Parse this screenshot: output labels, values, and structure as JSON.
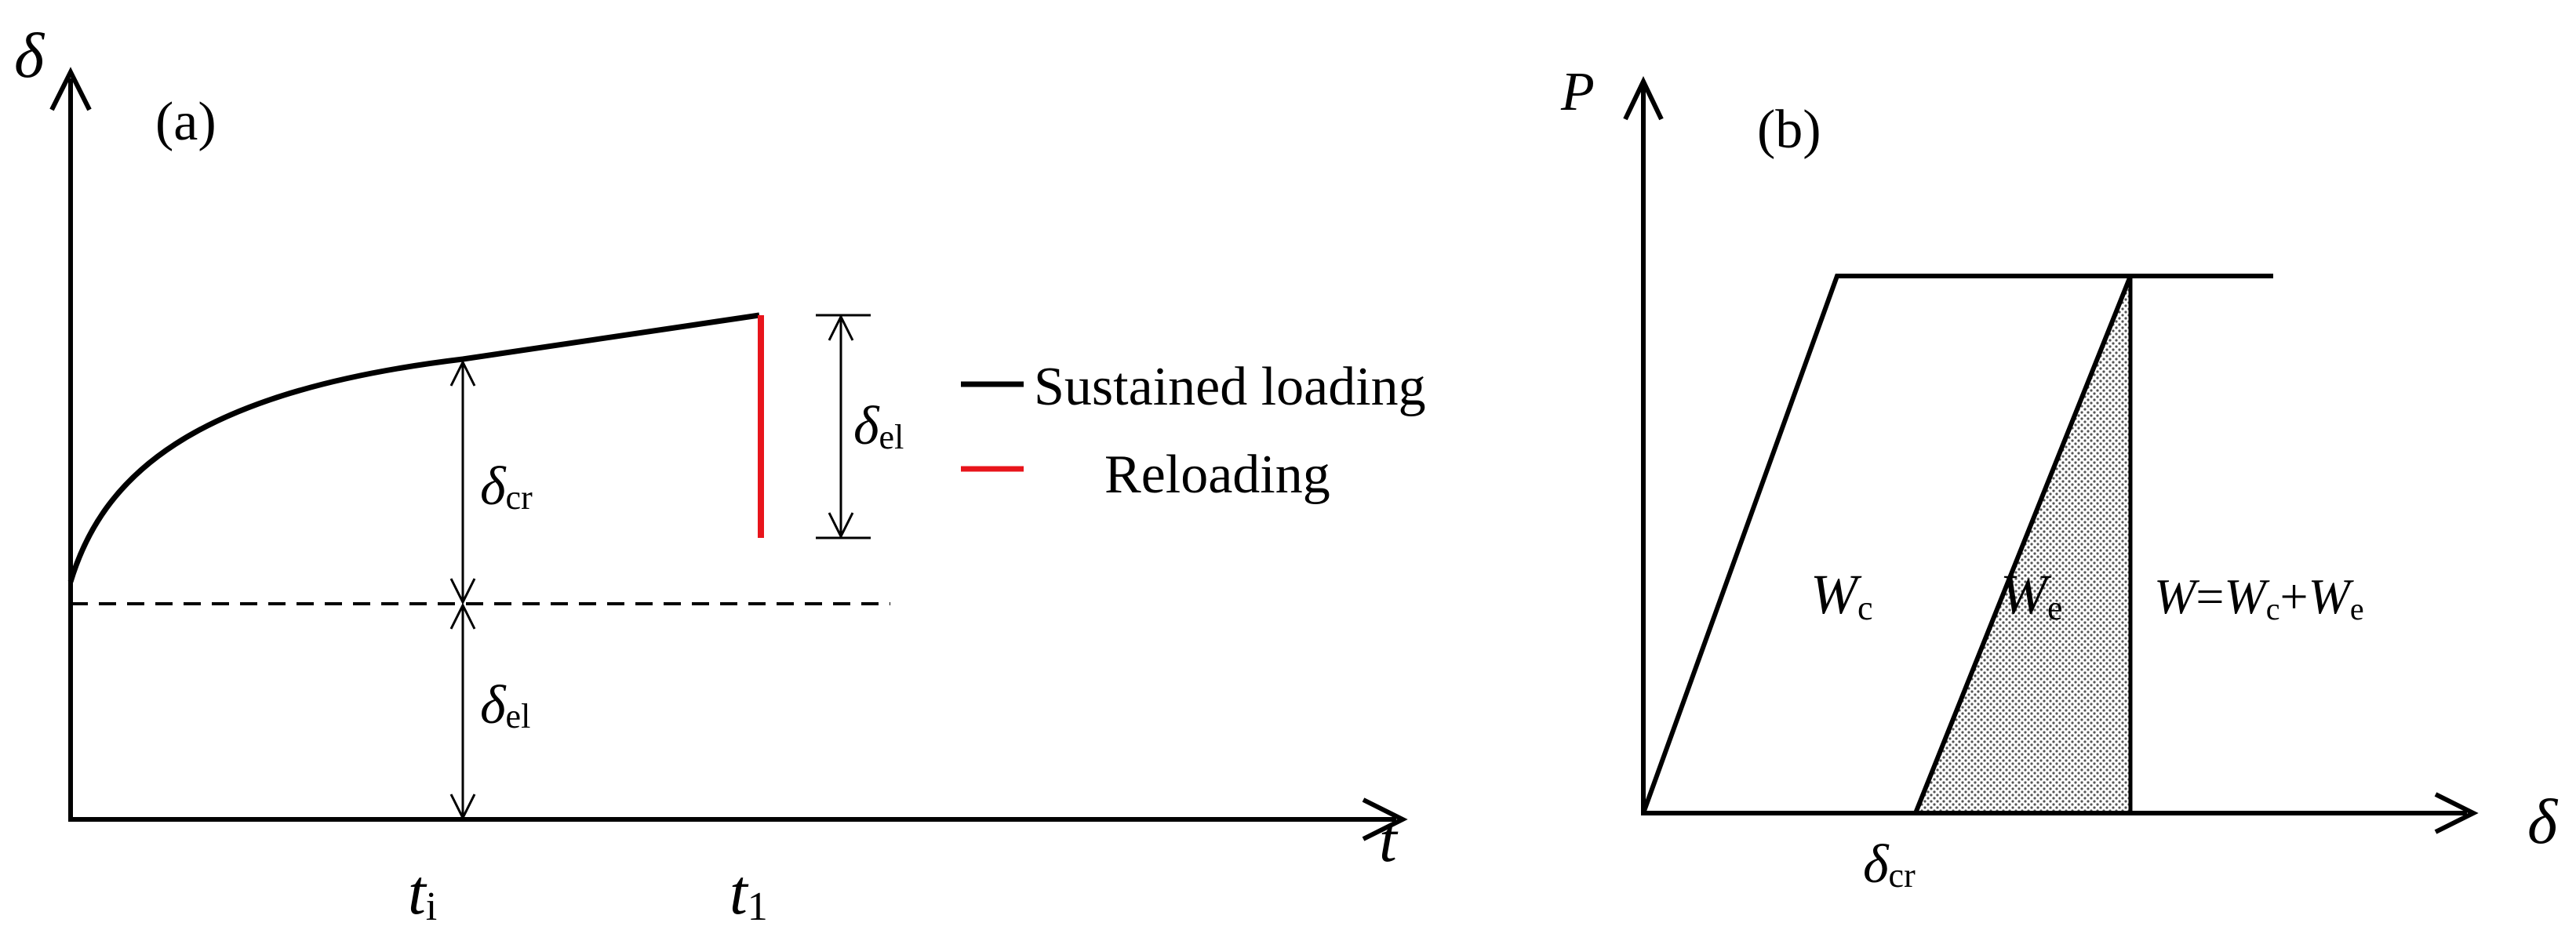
{
  "panel_a": {
    "label": "(a)",
    "y_axis_symbol": "δ",
    "x_axis_symbol": "t",
    "tick_ti": {
      "main": "t",
      "sub": "i"
    },
    "tick_t1": {
      "main": "t",
      "sub": "1"
    },
    "delta_cr": {
      "main": "δ",
      "sub": "cr"
    },
    "delta_el_lower": {
      "main": "δ",
      "sub": "el"
    },
    "delta_el_right": {
      "main": "δ",
      "sub": "el"
    },
    "legend": [
      {
        "label": "Sustained loading",
        "color": "#000000"
      },
      {
        "label": "Reloading",
        "color": "#e8141b"
      }
    ]
  },
  "panel_b": {
    "label": "(b)",
    "y_axis_symbol": "P",
    "x_axis_symbol": "δ",
    "delta_cr": {
      "main": "δ",
      "sub": "cr"
    },
    "Wc": {
      "main": "W",
      "sub": "c"
    },
    "We": {
      "main": "W",
      "sub": "e"
    },
    "W_total": {
      "W": "W",
      "eq": "=",
      "Wc": "W",
      "Wc_sub": "c",
      "plus": "+",
      "We": "W",
      "We_sub": "e"
    }
  },
  "colors": {
    "line": "#000000",
    "reloading": "#e8141b",
    "hatch_fill": "#d9d9d9"
  }
}
